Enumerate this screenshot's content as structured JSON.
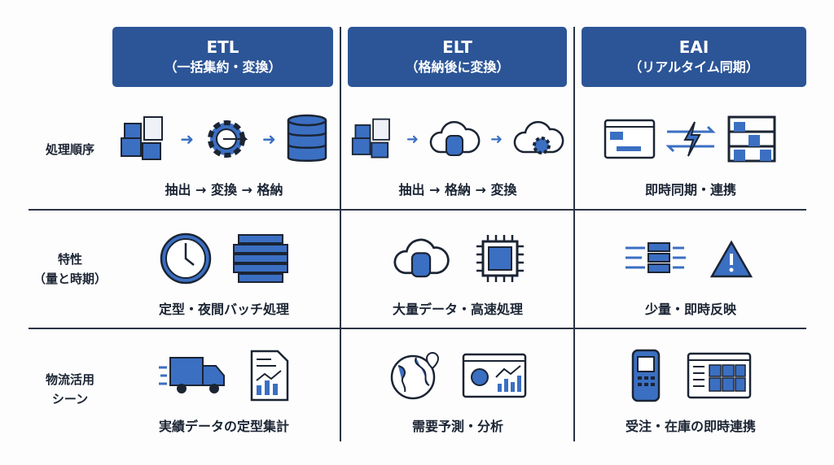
{
  "columns": [
    {
      "title": "ETL",
      "subtitle": "（一括集約・変換）"
    },
    {
      "title": "ELT",
      "subtitle": "（格納後に変換）"
    },
    {
      "title": "EAI",
      "subtitle": "（リアルタイム同期）"
    }
  ],
  "rows": [
    {
      "label": "処理順序",
      "label2": "",
      "cells": [
        "抽出 → 変換 → 格納",
        "抽出 → 格納 → 変換",
        "即時同期・連携"
      ]
    },
    {
      "label": "特性",
      "label2": "（量と時期）",
      "cells": [
        "定型・夜間バッチ処理",
        "大量データ・高速処理",
        "少量・即時反映"
      ]
    },
    {
      "label": "物流活用",
      "label2": "シーン",
      "cells": [
        "実績データの定型集計",
        "需要予測・分析",
        "受注・在庫の即時連携"
      ]
    }
  ],
  "colors": {
    "header": "#2c5597",
    "icon": "#3b6fc2",
    "line": "#2a3345"
  }
}
